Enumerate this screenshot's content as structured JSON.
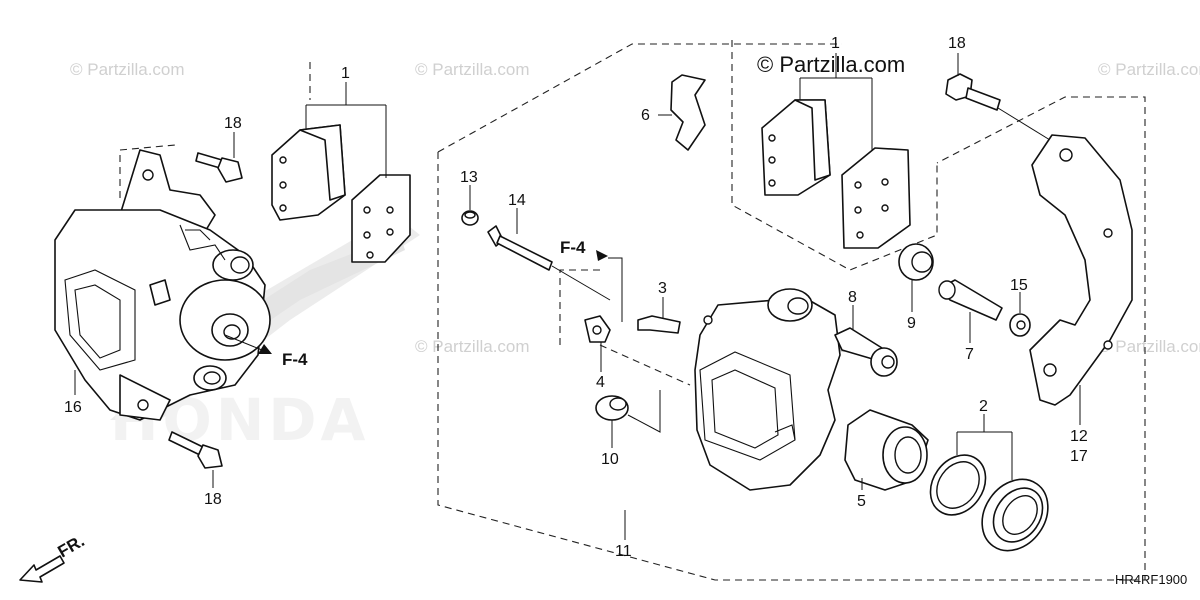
{
  "watermark": {
    "main": "© Partzilla.com",
    "faint": "© Partzilla.com"
  },
  "brand_background": "HONDA",
  "reference_labels": {
    "f4_left": "F-4",
    "f4_right": "F-4",
    "front_marker": "FR."
  },
  "diagram_code": "HR4RF1900",
  "callouts": {
    "c1_left": "1",
    "c1_right": "1",
    "c2": "2",
    "c3": "3",
    "c4": "4",
    "c5": "5",
    "c6": "6",
    "c7": "7",
    "c8": "8",
    "c9": "9",
    "c10": "10",
    "c11": "11",
    "c12": "12",
    "c13": "13",
    "c14": "14",
    "c15": "15",
    "c16": "16",
    "c17": "17",
    "c18_top_left": "18",
    "c18_bottom_left": "18",
    "c18_top_right": "18"
  },
  "colors": {
    "line": "#111111",
    "watermark": "#d0d0d0",
    "background": "#ffffff"
  }
}
